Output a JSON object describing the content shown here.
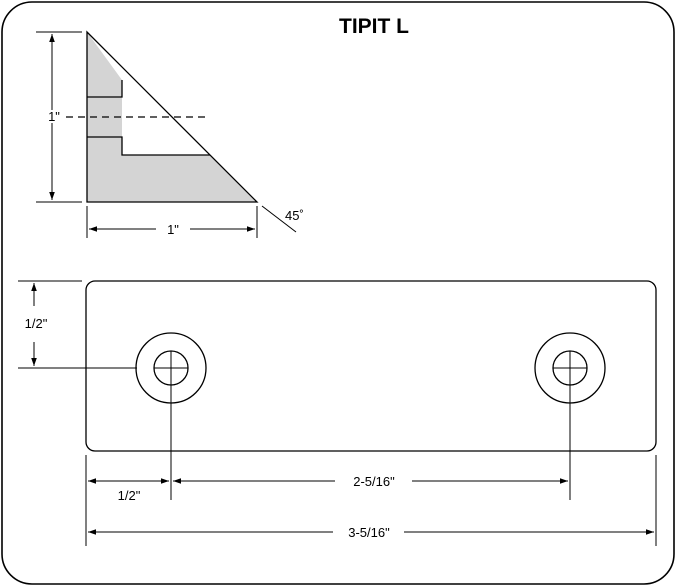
{
  "title": "TIPIT L",
  "side_view": {
    "height_label": "1\"",
    "width_label": "1\"",
    "angle_label": "45˚"
  },
  "plate_view": {
    "hole_offset_y_label": "1/2\"",
    "hole_offset_x_label": "1/2\"",
    "hole_spacing_label": "2-5/16\"",
    "overall_length_label": "3-5/16\""
  },
  "colors": {
    "line": "#000000",
    "shading": "#d4d4d4",
    "background": "#ffffff"
  }
}
